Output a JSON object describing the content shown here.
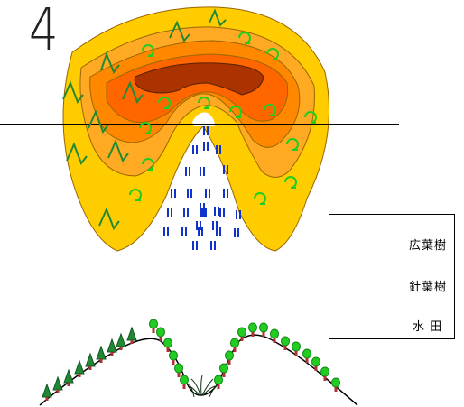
{
  "panel_number": "4",
  "legend": {
    "items": [
      {
        "key": "broadleaf",
        "label": "広葉樹",
        "icon": "broadleaf-tree-icon",
        "color": "#22cc22"
      },
      {
        "key": "conifer",
        "label": "針葉樹",
        "icon": "conifer-tree-icon",
        "color": "#228833"
      },
      {
        "key": "paddy",
        "label": "水 田",
        "icon": "rice-paddy-icon",
        "color": "#1133cc"
      }
    ]
  },
  "colors": {
    "contour_1": "#ffcc00",
    "contour_2": "#ffaa22",
    "contour_3": "#ff8800",
    "contour_4": "#ff6600",
    "summit": "#aa3300",
    "broadleaf": "#22cc22",
    "conifer": "#228833",
    "paddy": "#1133cc",
    "trunk": "#aa3333"
  }
}
